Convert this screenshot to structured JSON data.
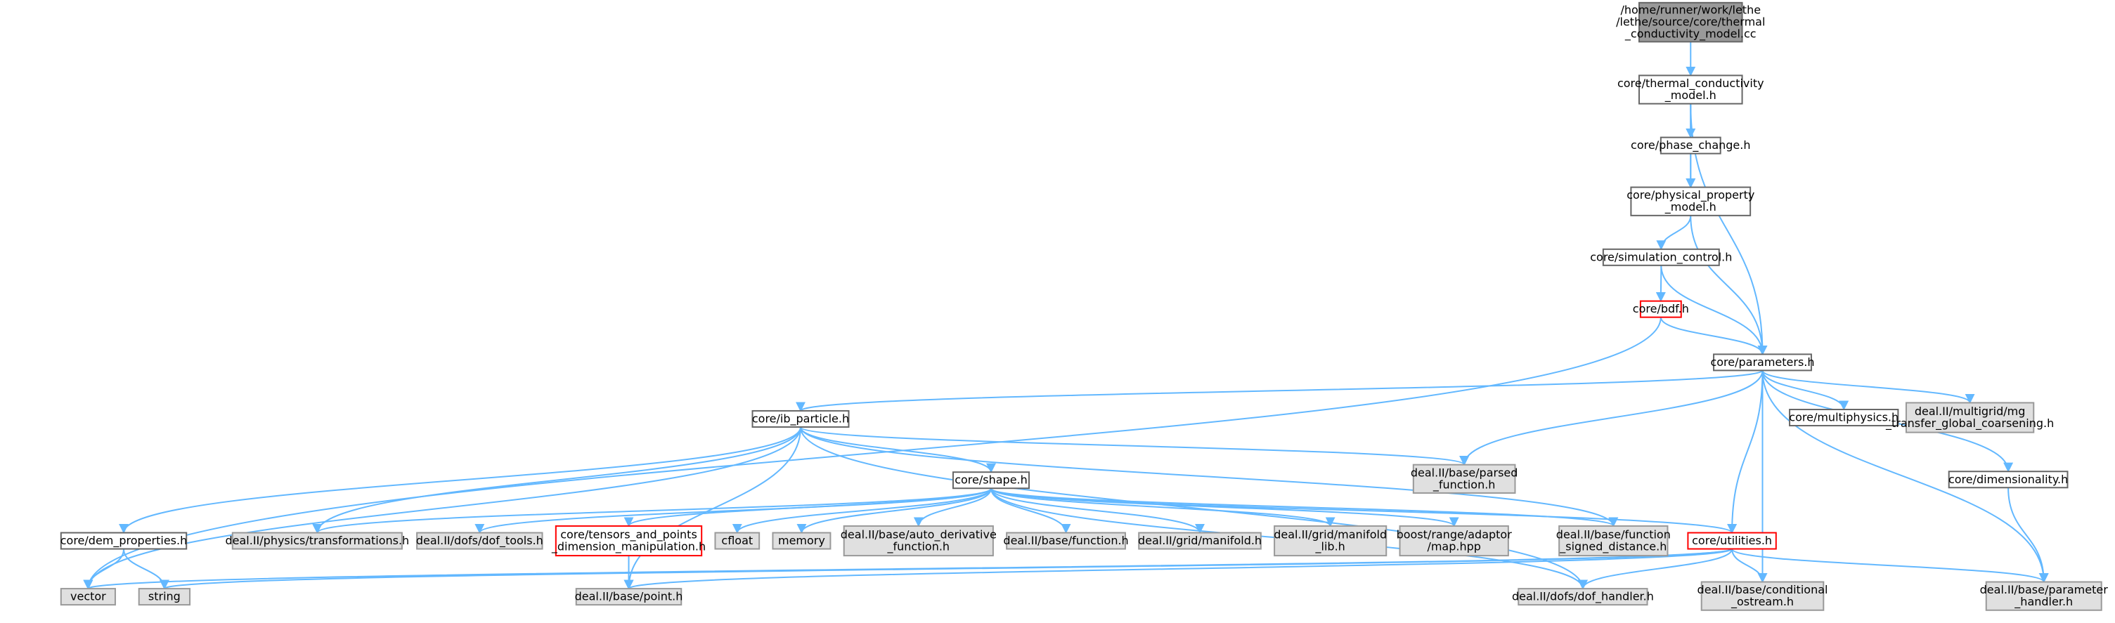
{
  "colors": {
    "root_fill": "#999999",
    "normal_fill": "#ffffff",
    "system_fill": "#e0e0e0",
    "border_normal": "#666666",
    "border_system": "#999999",
    "border_truncated": "#ff0000",
    "edge": "#63b8ff"
  },
  "nodes": [
    {
      "id": "root",
      "label": "/home/runner/work/lethe\n/lethe/source/core/thermal\n_conductivity_model.cc",
      "style": "root"
    },
    {
      "id": "thermal",
      "label": "core/thermal_conductivity\n_model.h",
      "style": "normal"
    },
    {
      "id": "phase",
      "label": "core/phase_change.h",
      "style": "normal"
    },
    {
      "id": "physprop",
      "label": "core/physical_property\n_model.h",
      "style": "normal"
    },
    {
      "id": "simctl",
      "label": "core/simulation_control.h",
      "style": "normal"
    },
    {
      "id": "bdf",
      "label": "core/bdf.h",
      "style": "truncated"
    },
    {
      "id": "params",
      "label": "core/parameters.h",
      "style": "normal"
    },
    {
      "id": "ibp",
      "label": "core/ib_particle.h",
      "style": "normal"
    },
    {
      "id": "multiphysics",
      "label": "core/multiphysics.h",
      "style": "normal"
    },
    {
      "id": "mg",
      "label": "deal.II/multigrid/mg\n_transfer_global_coarsening.h",
      "style": "system"
    },
    {
      "id": "parsed",
      "label": "deal.II/base/parsed\n_function.h",
      "style": "system"
    },
    {
      "id": "dimens",
      "label": "core/dimensionality.h",
      "style": "normal"
    },
    {
      "id": "shape",
      "label": "core/shape.h",
      "style": "normal"
    },
    {
      "id": "dem",
      "label": "core/dem_properties.h",
      "style": "normal"
    },
    {
      "id": "transf",
      "label": "deal.II/physics/transformations.h",
      "style": "system"
    },
    {
      "id": "doftools",
      "label": "deal.II/dofs/dof_tools.h",
      "style": "system"
    },
    {
      "id": "tensors",
      "label": "core/tensors_and_points\n_dimension_manipulation.h",
      "style": "truncated"
    },
    {
      "id": "cfloat",
      "label": "cfloat",
      "style": "system"
    },
    {
      "id": "memory",
      "label": "memory",
      "style": "system"
    },
    {
      "id": "autoderiv",
      "label": "deal.II/base/auto_derivative\n_function.h",
      "style": "system"
    },
    {
      "id": "function",
      "label": "deal.II/base/function.h",
      "style": "system"
    },
    {
      "id": "manifold",
      "label": "deal.II/grid/manifold.h",
      "style": "system"
    },
    {
      "id": "manifoldlib",
      "label": "deal.II/grid/manifold\n_lib.h",
      "style": "system"
    },
    {
      "id": "boostmap",
      "label": "boost/range/adaptor\n/map.hpp",
      "style": "system"
    },
    {
      "id": "funcsigned",
      "label": "deal.II/base/function\n_signed_distance.h",
      "style": "system"
    },
    {
      "id": "utilities",
      "label": "core/utilities.h",
      "style": "truncated"
    },
    {
      "id": "vector",
      "label": "vector",
      "style": "system"
    },
    {
      "id": "string",
      "label": "string",
      "style": "system"
    },
    {
      "id": "point",
      "label": "deal.II/base/point.h",
      "style": "system"
    },
    {
      "id": "dofhandler",
      "label": "deal.II/dofs/dof_handler.h",
      "style": "system"
    },
    {
      "id": "condostream",
      "label": "deal.II/base/conditional\n_ostream.h",
      "style": "system"
    },
    {
      "id": "paramhandler",
      "label": "deal.II/base/parameter\n_handler.h",
      "style": "system"
    }
  ],
  "edges": [
    [
      "root",
      "thermal"
    ],
    [
      "thermal",
      "phase"
    ],
    [
      "thermal",
      "physprop"
    ],
    [
      "thermal",
      "params"
    ],
    [
      "phase",
      "physprop"
    ],
    [
      "physprop",
      "simctl"
    ],
    [
      "physprop",
      "params"
    ],
    [
      "simctl",
      "bdf"
    ],
    [
      "simctl",
      "params"
    ],
    [
      "bdf",
      "params"
    ],
    [
      "bdf",
      "vector"
    ],
    [
      "params",
      "ibp"
    ],
    [
      "params",
      "multiphysics"
    ],
    [
      "params",
      "mg"
    ],
    [
      "params",
      "parsed"
    ],
    [
      "params",
      "dimens"
    ],
    [
      "params",
      "utilities"
    ],
    [
      "params",
      "condostream"
    ],
    [
      "params",
      "paramhandler"
    ],
    [
      "ibp",
      "shape"
    ],
    [
      "ibp",
      "dem"
    ],
    [
      "ibp",
      "vector"
    ],
    [
      "ibp",
      "transf"
    ],
    [
      "ibp",
      "parsed"
    ],
    [
      "ibp",
      "point"
    ],
    [
      "ibp",
      "funcsigned"
    ],
    [
      "ibp",
      "dofhandler"
    ],
    [
      "dimens",
      "paramhandler"
    ],
    [
      "shape",
      "transf"
    ],
    [
      "shape",
      "doftools"
    ],
    [
      "shape",
      "tensors"
    ],
    [
      "shape",
      "cfloat"
    ],
    [
      "shape",
      "memory"
    ],
    [
      "shape",
      "autoderiv"
    ],
    [
      "shape",
      "function"
    ],
    [
      "shape",
      "manifold"
    ],
    [
      "shape",
      "manifoldlib"
    ],
    [
      "shape",
      "boostmap"
    ],
    [
      "shape",
      "funcsigned"
    ],
    [
      "shape",
      "utilities"
    ],
    [
      "shape",
      "dofhandler"
    ],
    [
      "dem",
      "vector"
    ],
    [
      "dem",
      "string"
    ],
    [
      "tensors",
      "point"
    ],
    [
      "utilities",
      "vector"
    ],
    [
      "utilities",
      "string"
    ],
    [
      "utilities",
      "point"
    ],
    [
      "utilities",
      "dofhandler"
    ],
    [
      "utilities",
      "condostream"
    ],
    [
      "utilities",
      "paramhandler"
    ]
  ]
}
